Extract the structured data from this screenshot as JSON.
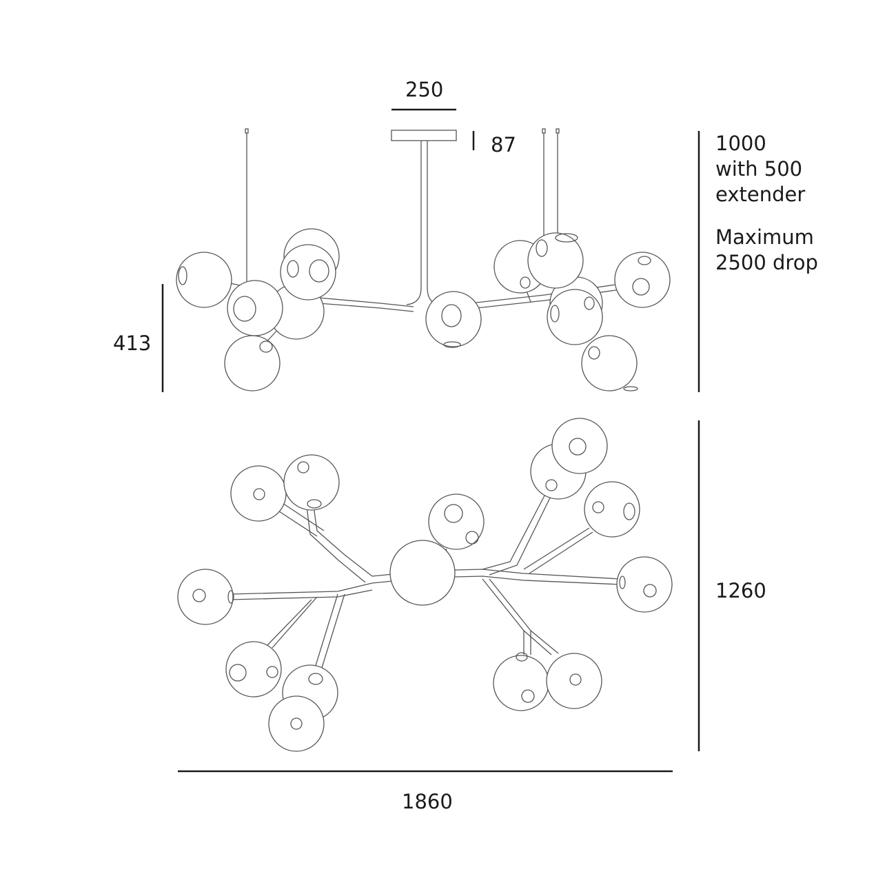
{
  "dimensions": {
    "canopy_width": "250",
    "canopy_height": "87",
    "side_height": "413",
    "drop": {
      "lines": [
        "1000",
        "with 500",
        "extender"
      ],
      "max_lines": [
        "Maximum",
        "2500 drop"
      ]
    },
    "depth": "1260",
    "width": "1860"
  },
  "colors": {
    "line": "#1a1a1a",
    "fixture": "#555555",
    "background": "#ffffff"
  }
}
